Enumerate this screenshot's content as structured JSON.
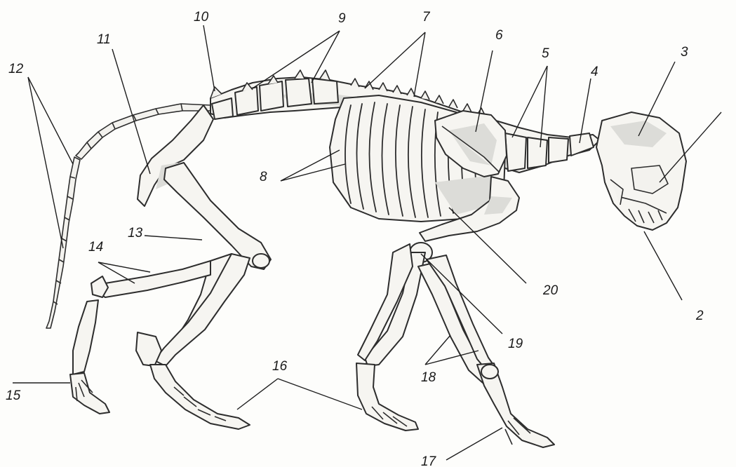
{
  "diagram": {
    "subject": "mammal-skeleton",
    "labels": [
      {
        "id": "2",
        "text": "2"
      },
      {
        "id": "3",
        "text": "3"
      },
      {
        "id": "4",
        "text": "4"
      },
      {
        "id": "5",
        "text": "5"
      },
      {
        "id": "6",
        "text": "6"
      },
      {
        "id": "7",
        "text": "7"
      },
      {
        "id": "8",
        "text": "8"
      },
      {
        "id": "9",
        "text": "9"
      },
      {
        "id": "10",
        "text": "10"
      },
      {
        "id": "11",
        "text": "11"
      },
      {
        "id": "12",
        "text": "12"
      },
      {
        "id": "13",
        "text": "13"
      },
      {
        "id": "14",
        "text": "14"
      },
      {
        "id": "15",
        "text": "15"
      },
      {
        "id": "16",
        "text": "16"
      },
      {
        "id": "17",
        "text": "17"
      },
      {
        "id": "18",
        "text": "18"
      },
      {
        "id": "19",
        "text": "19"
      },
      {
        "id": "20",
        "text": "20"
      }
    ]
  }
}
